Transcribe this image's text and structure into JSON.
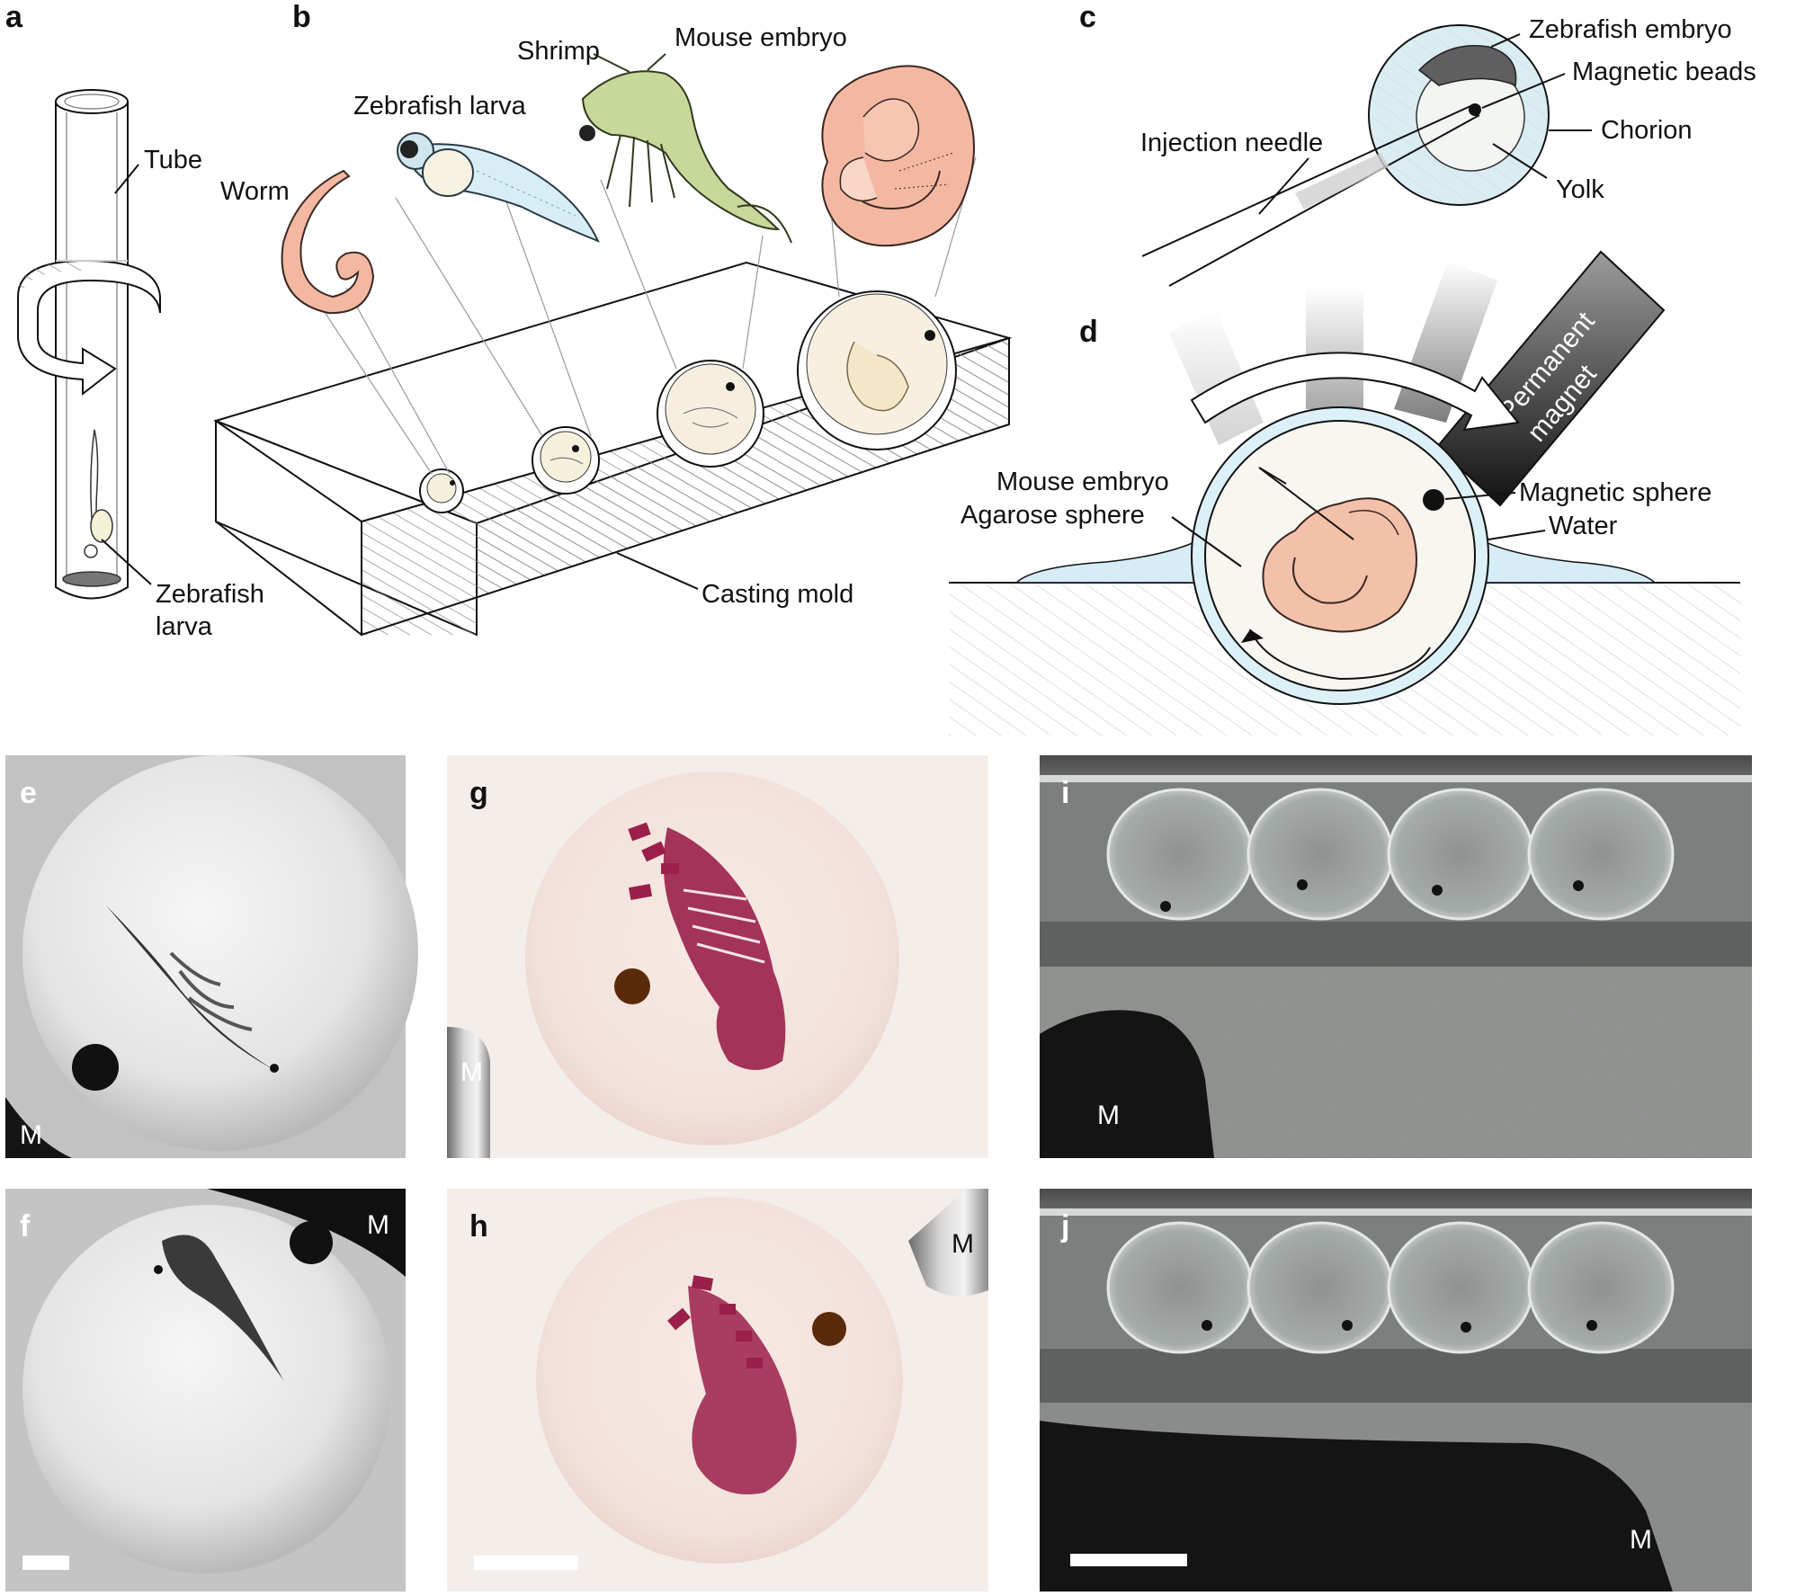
{
  "panels": {
    "a": "a",
    "b": "b",
    "c": "c",
    "d": "d",
    "e": "e",
    "f": "f",
    "g": "g",
    "h": "h",
    "i": "i",
    "j": "j"
  },
  "panel_a": {
    "tube_label": "Tube",
    "larva_label_line1": "Zebrafish",
    "larva_label_line2": "larva"
  },
  "panel_b": {
    "worm": "Worm",
    "zebrafish_larva": "Zebrafish larva",
    "shrimp": "Shrimp",
    "mouse_embryo": "Mouse embryo",
    "casting_mold": "Casting mold"
  },
  "panel_c": {
    "zebrafish_embryo": "Zebrafish embryo",
    "magnetic_beads": "Magnetic beads",
    "chorion": "Chorion",
    "yolk": "Yolk",
    "injection_needle": "Injection needle"
  },
  "panel_d": {
    "magnet_line1": "Permanent",
    "magnet_line2": "magnet",
    "mouse_embryo": "Mouse embryo",
    "agarose_sphere": "Agarose sphere",
    "magnetic_sphere": "Magnetic sphere",
    "water": "Water"
  },
  "photo_labels": {
    "e_m": "M",
    "f_m": "M",
    "g_m": "M",
    "h_m": "M",
    "i_m": "M",
    "j_m": "M"
  },
  "colors": {
    "stain": "#9a1f4a",
    "skin": "#f2b7a8",
    "water": "#d6ecf6",
    "hatch": "#777777"
  }
}
